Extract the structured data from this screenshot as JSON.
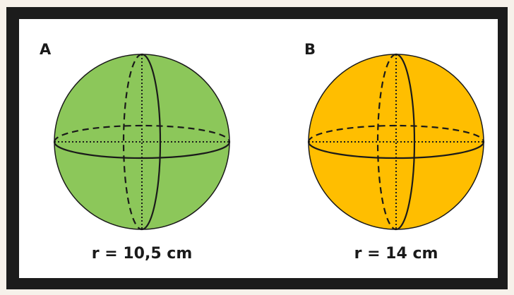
{
  "spheres": [
    {
      "label": "A",
      "radius_text": "r = 10,5 cm",
      "color": "#8cc75a"
    },
    {
      "label": "B",
      "radius_text": "r = 14 cm",
      "color": "#ffbe00"
    }
  ],
  "colors": {
    "frame": "#1c1c1c",
    "panel": "#ffffff",
    "line": "#1a1a1a"
  }
}
